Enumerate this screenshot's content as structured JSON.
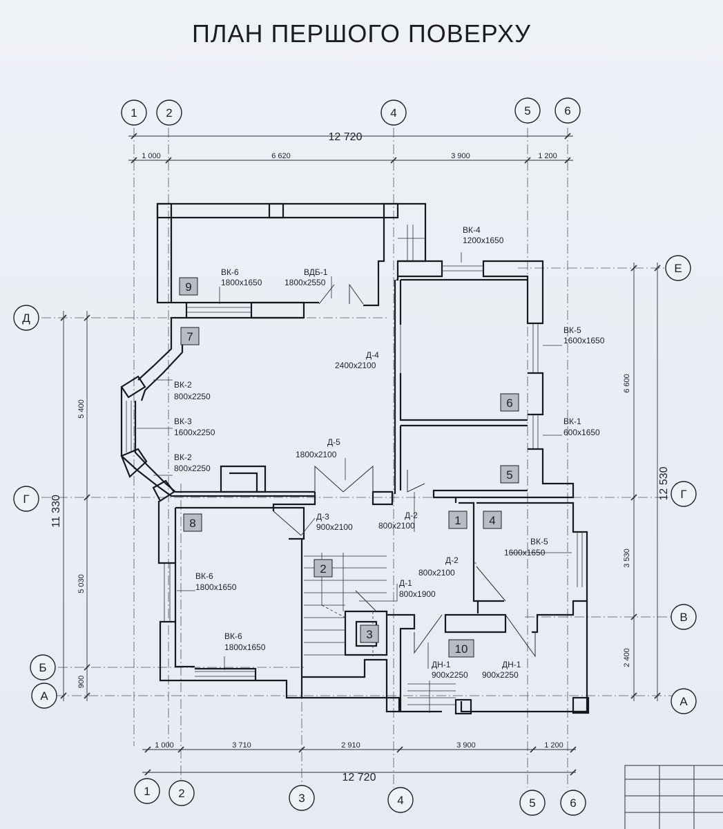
{
  "title": "ПЛАН ПЕРШОГО ПОВЕРХУ",
  "axes": {
    "top": [
      "1",
      "2",
      "4",
      "5",
      "6"
    ],
    "bottom": [
      "1",
      "2",
      "3",
      "4",
      "5",
      "6"
    ],
    "left": [
      "Д",
      "Г",
      "Б",
      "А"
    ],
    "right": [
      "Е",
      "Г",
      "В",
      "А"
    ]
  },
  "dimensions": {
    "top_total": "12 720",
    "top_parts": [
      "1 000",
      "6 620",
      "3 900",
      "1 200"
    ],
    "bottom_parts": [
      "1 000",
      "3 710",
      "2 910",
      "3 900",
      "1 200"
    ],
    "bottom_total": "12 720",
    "left_total": "11 330",
    "left_parts": [
      "5 400",
      "5 030",
      "900"
    ],
    "right_total": "12 530",
    "right_parts": [
      "6 600",
      "3 530",
      "2 400"
    ]
  },
  "rooms": [
    "9",
    "7",
    "6",
    "5",
    "8",
    "1",
    "4",
    "2",
    "3",
    "10"
  ],
  "labels": {
    "vk6_a": [
      "ВК-6",
      "1800x1650"
    ],
    "vdb1": [
      "ВДБ-1",
      "1800x2550"
    ],
    "vk4": [
      "ВК-4",
      "1200x1650"
    ],
    "vk5_a": [
      "ВК-5",
      "1600x1650"
    ],
    "d4": [
      "Д-4",
      "2400x2100"
    ],
    "vk2_a": [
      "ВК-2",
      "800x2250"
    ],
    "vk3": [
      "ВК-3",
      "1600x2250"
    ],
    "vk2_b": [
      "ВК-2",
      "800x2250"
    ],
    "d5": [
      "Д-5",
      "1800x2100"
    ],
    "vk1": [
      "ВК-1",
      "600x1650"
    ],
    "d3": [
      "Д-3",
      "900x2100"
    ],
    "d2_a": [
      "Д-2",
      "800x2100"
    ],
    "vk5_b": [
      "ВК-5",
      "1600x1650"
    ],
    "d2_b": [
      "Д-2",
      "800x2100"
    ],
    "d1": [
      "Д-1",
      "800x1900"
    ],
    "vk6_b": [
      "ВК-6",
      "1800x1650"
    ],
    "vk6_c": [
      "ВК-6",
      "1800x1650"
    ],
    "dn1_a": [
      "ДН-1",
      "900x2250"
    ],
    "dn1_b": [
      "ДН-1",
      "900x2250"
    ]
  }
}
